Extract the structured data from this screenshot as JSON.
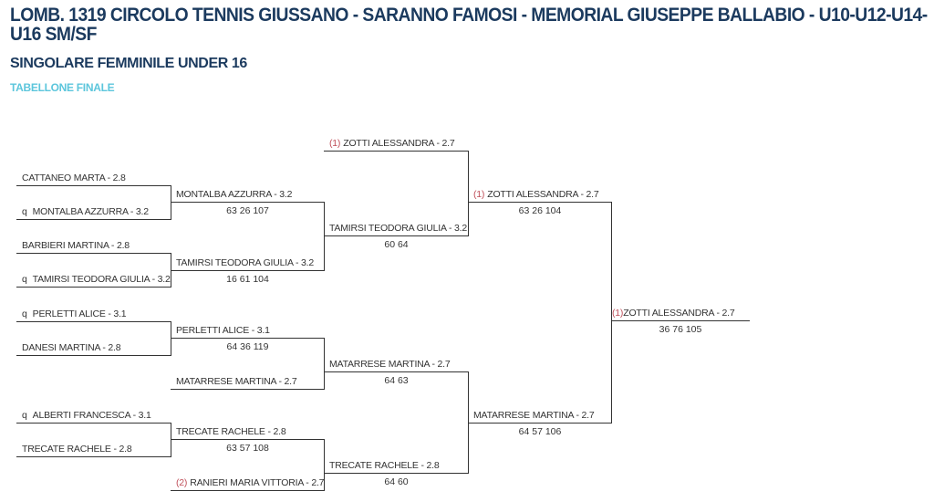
{
  "header": {
    "title": "LOMB. 1319 CIRCOLO TENNIS GIUSSANO - SARANNO FAMOSI - MEMORIAL GIUSEPPE BALLABIO - U10-U12-U14-U16 SM/SF",
    "subtitle": "SINGOLARE FEMMINILE UNDER 16",
    "phase": "TABELLONE FINALE"
  },
  "colors": {
    "title": "#1b3a5e",
    "phase": "#5cc6dc",
    "seed": "#c0505a"
  },
  "round1": [
    {
      "prefix": "",
      "name": "CATTANEO MARTA - 2.8"
    },
    {
      "prefix": "q",
      "name": "MONTALBA AZZURRA - 3.2"
    },
    {
      "prefix": "",
      "name": "BARBIERI MARTINA - 2.8"
    },
    {
      "prefix": "q",
      "name": "TAMIRSI TEODORA GIULIA - 3.2"
    },
    {
      "prefix": "q",
      "name": "PERLETTI ALICE - 3.1"
    },
    {
      "prefix": "",
      "name": "DANESI MARTINA - 2.8"
    },
    {
      "prefix": "q",
      "name": "ALBERTI FRANCESCA - 3.1"
    },
    {
      "prefix": "",
      "name": "TRECATE RACHELE - 2.8"
    }
  ],
  "round2": [
    {
      "seed": "",
      "name": "MONTALBA AZZURRA - 3.2",
      "score": "63 26 107"
    },
    {
      "seed": "",
      "name": "TAMIRSI TEODORA GIULIA - 3.2",
      "score": "16 61 104"
    },
    {
      "seed": "",
      "name": "PERLETTI ALICE - 3.1",
      "score": "64 36 119"
    },
    {
      "seed": "",
      "name": "MATARRESE MARTINA - 2.7",
      "score": ""
    },
    {
      "seed": "",
      "name": "TRECATE RACHELE - 2.8",
      "score": "63 57 108"
    },
    {
      "seed": "(2)",
      "name": "RANIERI MARIA VITTORIA - 2.7",
      "score": ""
    }
  ],
  "round3": [
    {
      "seed": "(1)",
      "name": "ZOTTI ALESSANDRA - 2.7",
      "score": ""
    },
    {
      "seed": "",
      "name": "TAMIRSI TEODORA GIULIA - 3.2",
      "score": "60 64"
    },
    {
      "seed": "",
      "name": "MATARRESE MARTINA - 2.7",
      "score": "64 63"
    },
    {
      "seed": "",
      "name": "TRECATE RACHELE - 2.8",
      "score": "64 60"
    }
  ],
  "round4": [
    {
      "seed": "(1)",
      "name": "ZOTTI ALESSANDRA - 2.7",
      "score": "63 26 104"
    },
    {
      "seed": "",
      "name": "MATARRESE MARTINA - 2.7",
      "score": "64 57 106"
    }
  ],
  "final": {
    "seed": "(1)",
    "name": "ZOTTI ALESSANDRA - 2.7",
    "score": "36 76 105"
  }
}
